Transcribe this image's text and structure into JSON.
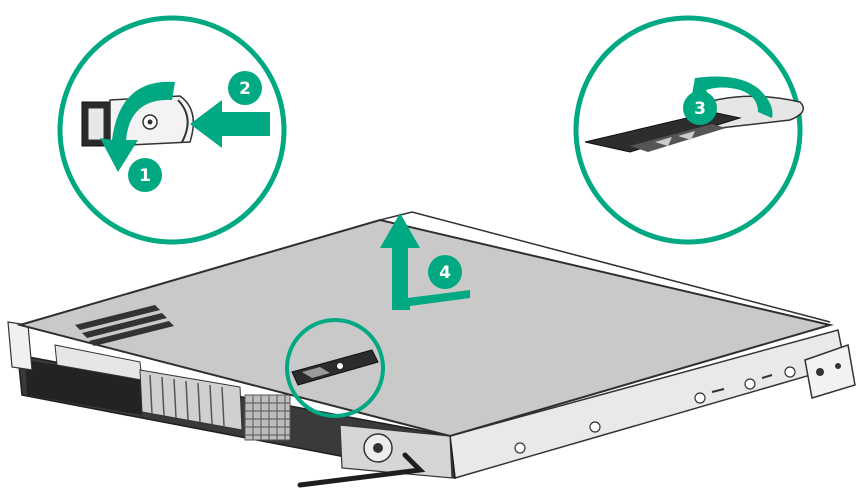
{
  "colors": {
    "callout": "#01a982",
    "cover": "#c9c9c9",
    "cover_edge": "#333333",
    "chassis_dark": "#2b2b2b",
    "metal": "#d8d8d8"
  },
  "steps": {
    "step1": "1",
    "step2": "2",
    "step3": "3",
    "step4": "4"
  },
  "icons": {
    "latch": "cover-latch-icon",
    "rotate_arrow": "curved-arrow-icon",
    "push_arrow": "straight-arrow-icon",
    "lift_arrow": "lift-up-arrow-icon"
  }
}
